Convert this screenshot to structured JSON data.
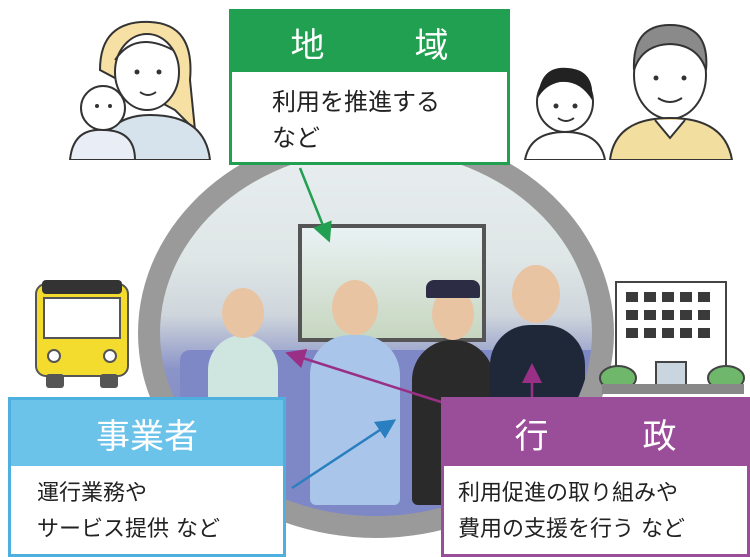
{
  "region": {
    "title": "地　域",
    "lines": [
      "利用を推進する",
      "など"
    ]
  },
  "operator": {
    "title": "事業者",
    "lines": [
      "運行業務や",
      "サービス提供 など"
    ]
  },
  "government": {
    "title": "行　政",
    "lines": [
      "利用促進の取り組みや",
      "費用の支援を行う など"
    ]
  },
  "colors": {
    "region": "#20a050",
    "operator": "#6cc3ea",
    "government": "#9a4d98",
    "ring": "#9a9a9a"
  },
  "icons": [
    "mother-child-icon",
    "father-son-icon",
    "bus-icon",
    "building-icon"
  ]
}
